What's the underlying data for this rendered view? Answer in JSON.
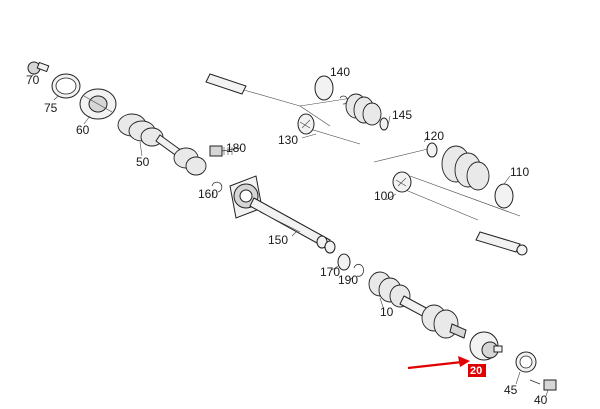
{
  "diagram": {
    "highlight_color": "#e10000",
    "callouts": {
      "p70": "70",
      "p75": "75",
      "p60": "60",
      "p50": "50",
      "p180": "180",
      "p160": "160",
      "p150": "150",
      "p140": "140",
      "p145": "145",
      "p130": "130",
      "p120": "120",
      "p110": "110",
      "p100": "100",
      "p170": "170",
      "p190": "190",
      "p10": "10",
      "p20": "20",
      "p45": "45",
      "p40": "40"
    }
  }
}
